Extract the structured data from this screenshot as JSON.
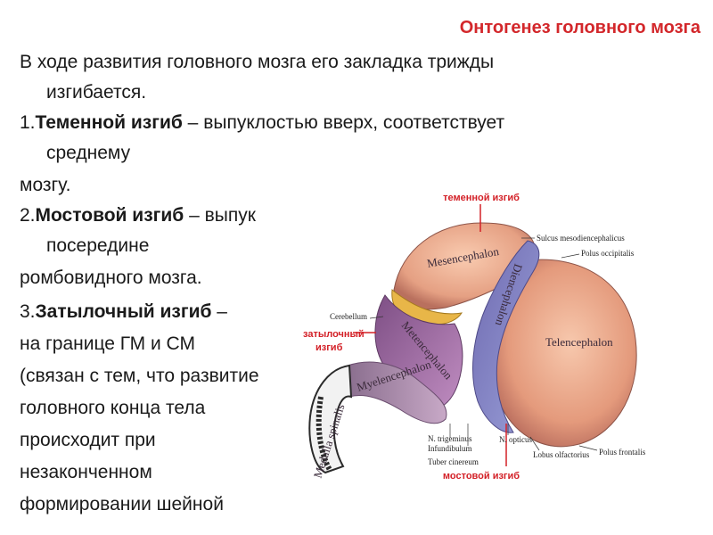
{
  "title": "Онтогенез головного мозга",
  "intro": [
    "В ходе развития головного мозга его закладка трижды",
    "изгибается."
  ],
  "item1": {
    "num": "1.",
    "term": "Теменной изгиб",
    "rest": " – выпуклостью вверх, соответствует",
    "l2": "среднему",
    "l3": "мозгу."
  },
  "item2": {
    "num": "2.",
    "term": "Мостовой изгиб",
    "rest": " – выпук",
    "l2": "посередине",
    "l3": "ромбовидного мозга."
  },
  "item3": {
    "num": "3.",
    "term": "Затылочный изгиб",
    "rest": " –",
    "lines": [
      "на границе ГМ и СМ",
      "(связан с тем, что развитие",
      "головного конца тела",
      "происходит при",
      "незаконченном",
      "формировании шейной"
    ]
  },
  "figure": {
    "red_labels": {
      "parietal": "теменной изгиб",
      "occipital_1": "затылочный",
      "occipital_2": "изгиб",
      "pontine": "мостовой изгиб"
    },
    "parts": {
      "mesencephalon": "Mesencephalon",
      "diencephalon": "Diencephalon",
      "telencephalon": "Telencephalon",
      "metencephalon": "Metencephalon",
      "myelencephalon": "Myelencephalon",
      "medulla": "Medulla spinalis"
    },
    "callouts": {
      "sulcus": "Sulcus mesodiencephalicus",
      "polus_occ": "Polus occipitalis",
      "cerebellum": "Cerebellum",
      "trigeminus": "N. trigeminus",
      "infundibulum": "Infundibulum",
      "opticus": "N. opticus",
      "tuber": "Tuber cinereum",
      "lobus": "Lobus olfactorius",
      "polus_front": "Polus frontalis"
    }
  }
}
